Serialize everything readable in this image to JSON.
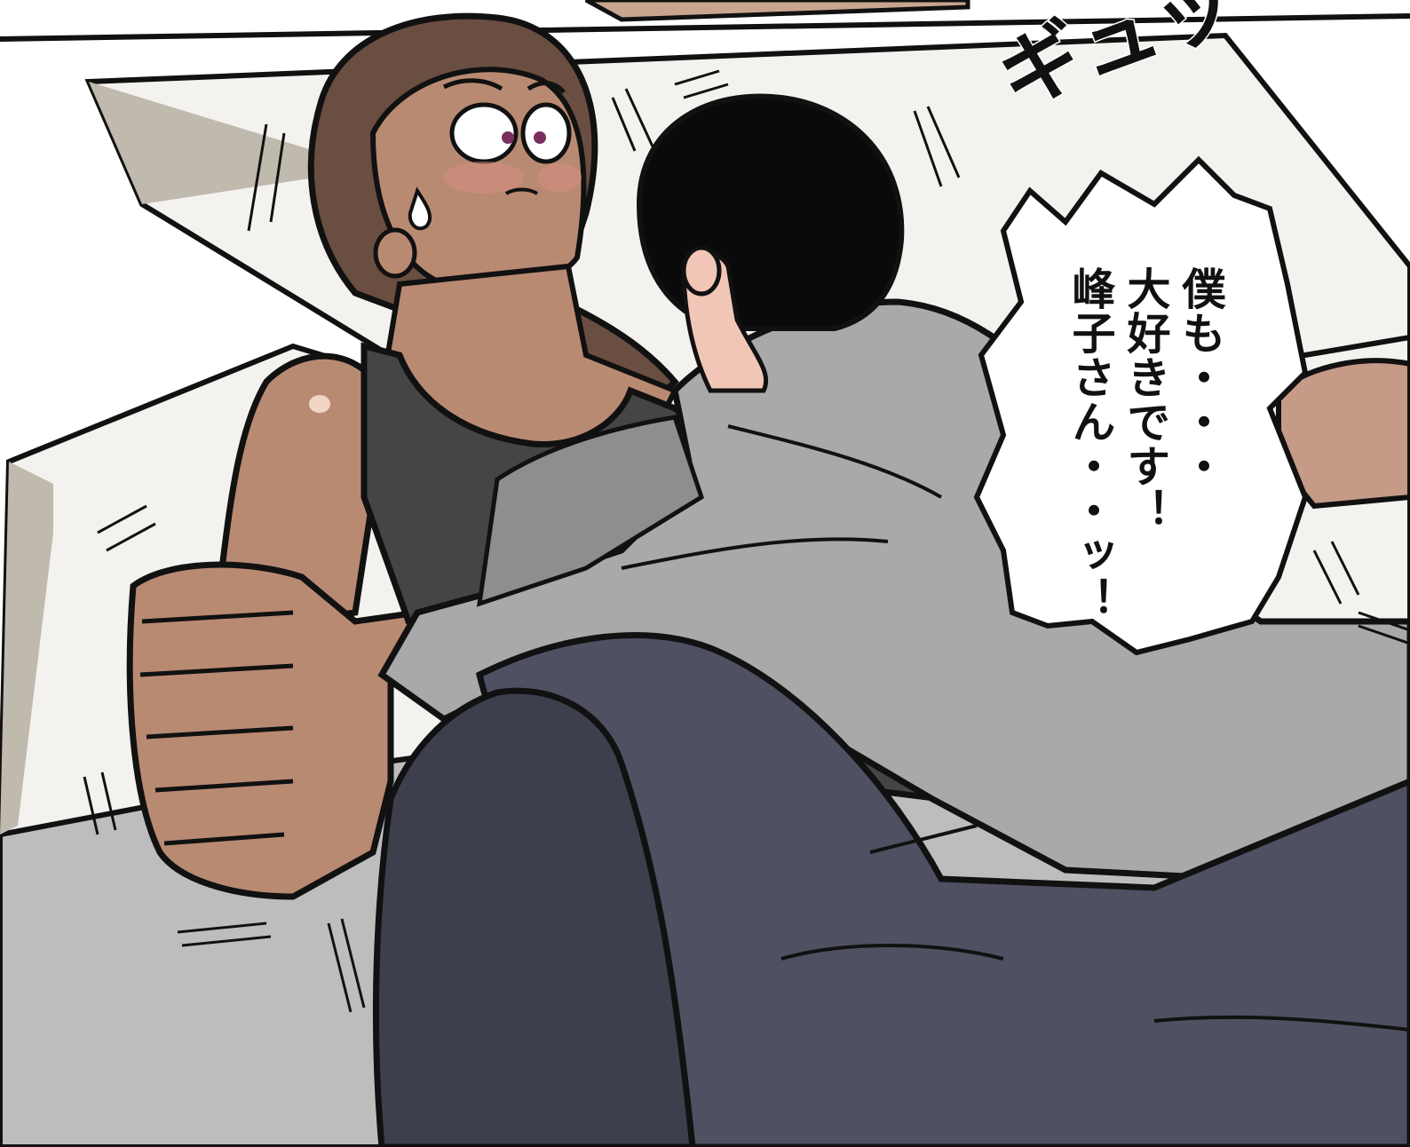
{
  "panel": {
    "sound_effect": "ギュッ",
    "speech_bubble": {
      "lines": [
        "僕も・・・",
        "大好きです！",
        "峰子さん・・ッ！"
      ]
    }
  },
  "colors": {
    "outline": "#111111",
    "skin_tan": "#b98a72",
    "skin_tan_shadow": "#9c6e58",
    "hair_brown": "#6a4e42",
    "tank_top": "#454545",
    "sweater_gray": "#a9a9a9",
    "sweater_gray_shadow": "#8e8e8e",
    "pants_navy": "#4f5162",
    "pants_navy_shadow": "#3d3f4d",
    "bed_gray": "#bdbdbd",
    "pillow_white": "#f4f2ee",
    "pillow_shadow": "#bfb9ae",
    "skin_light": "#f2c6b6"
  }
}
